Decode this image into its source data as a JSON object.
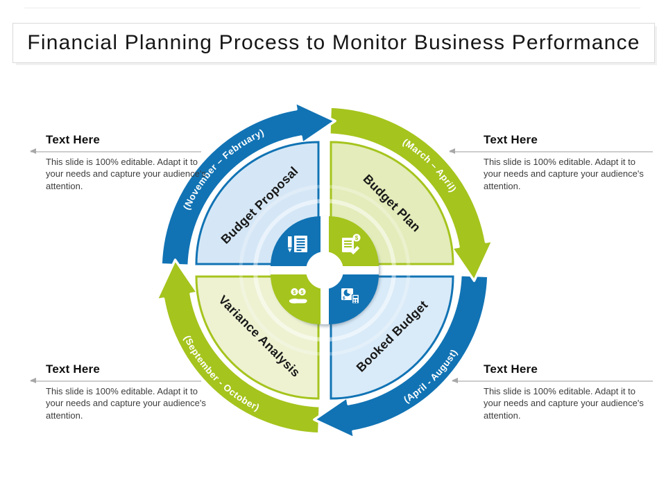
{
  "title": "Financial Planning Process to Monitor Business Performance",
  "diagram": {
    "colors": {
      "blue": "#1173b4",
      "green": "#a5c41d",
      "light_blue": "#d5e7f6",
      "light_blue_2": "#d9eaf8",
      "light_green_top": "#e3ecba",
      "light_green_bottom": "#eef2d1"
    },
    "quadrants": [
      {
        "label": "Budget Proposal",
        "period": "(November – February)",
        "icon": "budget-proposal-icon"
      },
      {
        "label": "Budget Plan",
        "period": "(March – April)",
        "icon": "budget-plan-icon"
      },
      {
        "label": "Booked Budget",
        "period": "(April - August)",
        "icon": "booked-budget-icon"
      },
      {
        "label": "Variance Analysis",
        "period": "(September - October)",
        "icon": "variance-analysis-icon"
      }
    ]
  },
  "callouts": [
    {
      "heading": "Text Here",
      "body": "This slide is 100% editable. Adapt it to your needs and capture your audience's attention."
    },
    {
      "heading": "Text Here",
      "body": "This slide is 100% editable. Adapt it to your needs and capture your audience's attention."
    },
    {
      "heading": "Text Here",
      "body": "This slide is 100% editable. Adapt it to your needs and capture your audience's attention."
    },
    {
      "heading": "Text Here",
      "body": "This slide is 100% editable. Adapt it to your needs and capture your audience's attention."
    }
  ]
}
